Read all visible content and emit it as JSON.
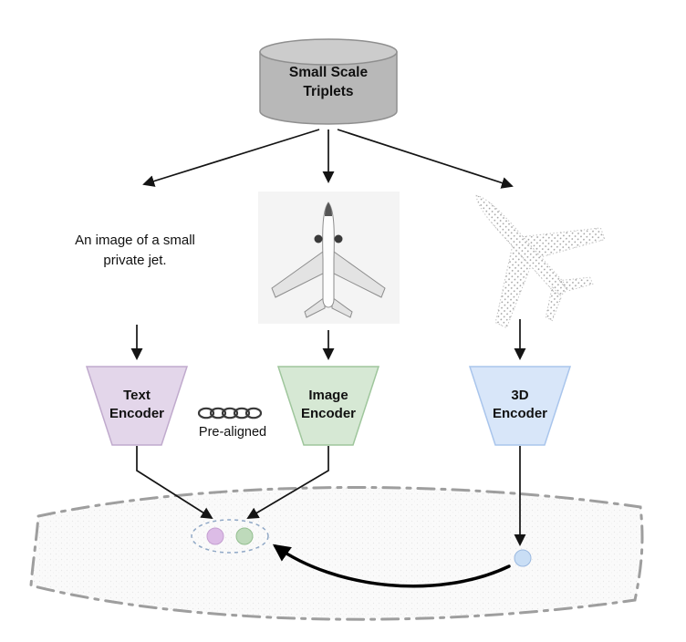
{
  "diagram": {
    "database_label": "Small Scale\nTriplets",
    "text_sample": "An image of a small\nprivate jet.",
    "encoders": {
      "text_label": "Text\nEncoder",
      "image_label": "Image\nEncoder",
      "threed_label": "3D\nEncoder"
    },
    "prealigned_label": "Pre-aligned"
  },
  "colors": {
    "cylinder_fill": "#b8b8b8",
    "cylinder_top_fill": "#cccccc",
    "text_encoder_fill": "#e3d6ea",
    "image_encoder_fill": "#d6e8d4",
    "threed_encoder_fill": "#d8e6f9",
    "text_dot_fill": "#dcbce6",
    "image_dot_fill": "#bedabb",
    "threed_dot_fill": "#c9def5"
  }
}
